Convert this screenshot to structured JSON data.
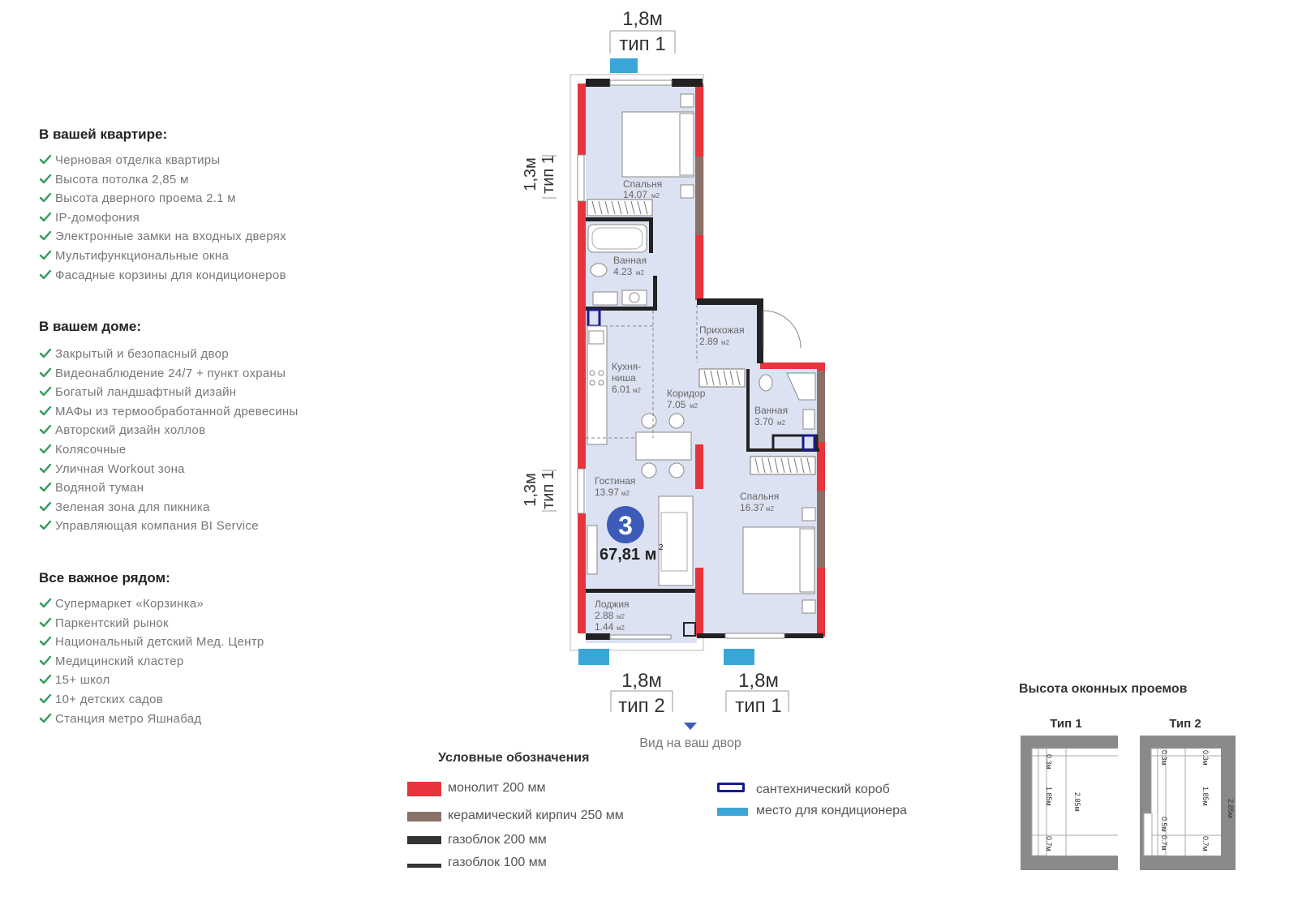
{
  "apartment_features": {
    "title": "В вашей квартире:",
    "items": [
      "Черновая отделка квартиры",
      "Высота потолка 2,85 м",
      "Высота дверного проема 2.1 м",
      "IP-домофония",
      "Электронные замки на входных дверях",
      "Мультифункциональные окна",
      "Фасадные корзины для кондиционеров"
    ]
  },
  "house_features": {
    "title": "В вашем доме:",
    "items": [
      "Закрытый и безопасный двор",
      "Видеонаблюдение 24/7 + пункт охраны",
      "Богатый ландшафтный дизайн",
      "МАФы из термообработанной древесины",
      "Авторский дизайн холлов",
      "Колясочные",
      "Уличная Workout зона",
      "Водяной туман",
      "Зеленая зона для пикника",
      "Управляющая компания BI Service"
    ]
  },
  "nearby": {
    "title": "Все важное рядом:",
    "items": [
      "Супермаркет «Корзинка»",
      "Паркентский рынок",
      "Национальный детский Мед. Центр",
      "Медицинский кластер",
      "15+ школ",
      "10+ детских садов",
      "Станция метро Яшнабад"
    ]
  },
  "plan": {
    "rooms_count": "3",
    "total_area": "67,81 м",
    "total_area_sup": "2",
    "view_label": "Вид на ваш двор",
    "windows": {
      "top": {
        "size": "1,8м",
        "type": "тип 1"
      },
      "left_upper": {
        "size": "1,3м",
        "type": "тип 1"
      },
      "left_lower": {
        "size": "1,3м",
        "type": "тип 1"
      },
      "bottom_left": {
        "size": "1,8м",
        "type": "тип 2"
      },
      "bottom_right": {
        "size": "1,8м",
        "type": "тип 1"
      }
    },
    "rooms": [
      {
        "name": "Спальня",
        "area": "14.07",
        "unit": "м2"
      },
      {
        "name": "Ванная",
        "area": "4.23",
        "unit": "м2"
      },
      {
        "name": "Прихожая",
        "area": "2.89",
        "unit": "м2"
      },
      {
        "name": "Кухня-",
        "name2": "ниша",
        "area": "6.01",
        "unit": "м2"
      },
      {
        "name": "Коридор",
        "area": "7.05",
        "unit": "м2"
      },
      {
        "name": "Ванная",
        "area": "3.70",
        "unit": "м2"
      },
      {
        "name": "Гостиная",
        "area": "13.97",
        "unit": "м2"
      },
      {
        "name": "Спальня",
        "area": "16.37",
        "unit": "м2"
      },
      {
        "name": "Лоджия",
        "area": "2.88",
        "unit": "м2",
        "area2": "1.44"
      }
    ]
  },
  "legend": {
    "title": "Условные обозначения",
    "items": [
      {
        "label": "монолит 200 мм",
        "color": "#e8343c"
      },
      {
        "label": "керамический кирпич 250 мм",
        "color": "#8a7168"
      },
      {
        "label": "газоблок 200 мм",
        "color": "#333333"
      },
      {
        "label": "газоблок 100 мм",
        "color": "#333333"
      },
      {
        "label": "сантехнический короб",
        "color": "#1a1a8c"
      },
      {
        "label": "место для кондиционера",
        "color": "#3aa6d8"
      }
    ]
  },
  "window_heights": {
    "title": "Высота оконных проемов",
    "type1": {
      "title": "Тип 1",
      "top": "0.3м",
      "mid": "1.85м",
      "bottom": "0.7м",
      "total": "2.85м"
    },
    "type2": {
      "title": "Тип 2",
      "top": "0.3м",
      "mid": "1.85м",
      "bottom": "0.7м",
      "sill": "0.5м",
      "total": "2.85м"
    }
  },
  "colors": {
    "accent_green": "#2e9b5a",
    "monolith": "#e8343c",
    "brick": "#8a7168",
    "room_fill": "#dde2f2",
    "ac": "#3aa6d8",
    "badge": "#3d5bb8"
  }
}
